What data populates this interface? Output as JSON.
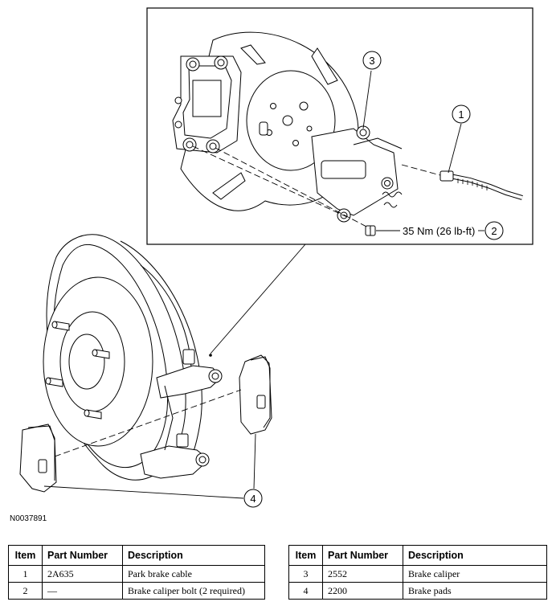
{
  "figure_id": "N0037891",
  "callouts": [
    {
      "number": "1"
    },
    {
      "number": "2",
      "torque": "35 Nm (26 lb-ft)"
    },
    {
      "number": "3"
    },
    {
      "number": "4"
    }
  ],
  "table_left": {
    "headers": [
      "Item",
      "Part Number",
      "Description"
    ],
    "rows": [
      {
        "item": "1",
        "part_number": "2A635",
        "description": "Park brake cable"
      },
      {
        "item": "2",
        "part_number": "—",
        "description": "Brake caliper bolt (2 required)"
      }
    ]
  },
  "table_right": {
    "headers": [
      "Item",
      "Part Number",
      "Description"
    ],
    "rows": [
      {
        "item": "3",
        "part_number": "2552",
        "description": "Brake caliper"
      },
      {
        "item": "4",
        "part_number": "2200",
        "description": "Brake pads"
      }
    ]
  }
}
